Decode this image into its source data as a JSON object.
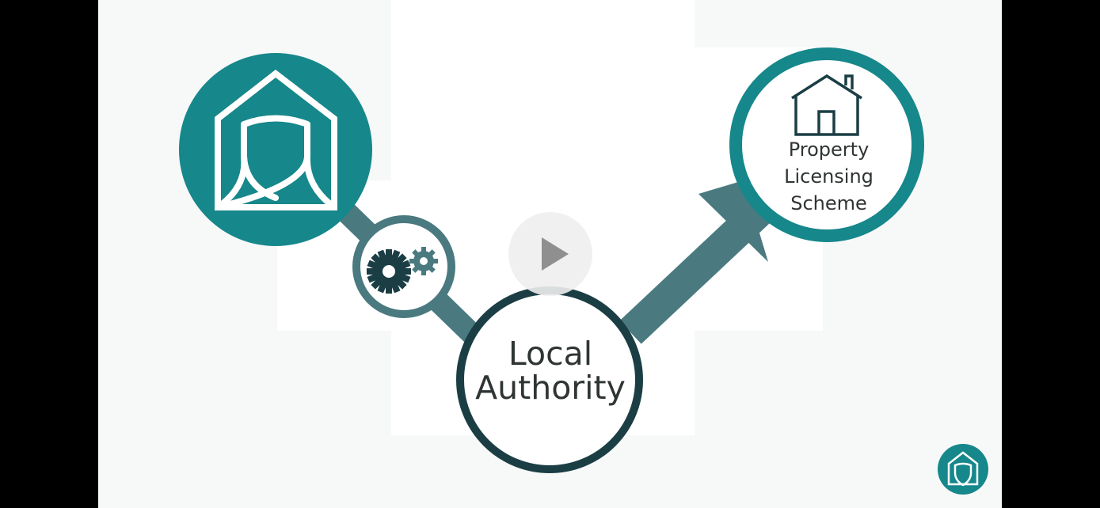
{
  "nodes": {
    "local_authority": {
      "line1": "Local",
      "line2": "Authority"
    },
    "property_licensing": {
      "line1": "Property",
      "line2": "Licensing",
      "line3": "Scheme"
    }
  },
  "icons": {
    "start": "shield-house-icon",
    "process": "gears-icon",
    "destination": "house-icon",
    "play": "play-icon",
    "logo": "shield-house-logo-icon"
  },
  "colors": {
    "teal": "#16878a",
    "slate_teal": "#4a7a80",
    "dark_teal": "#1b3e45",
    "gear_dark": "#1b3e45",
    "text": "#2f3434"
  }
}
